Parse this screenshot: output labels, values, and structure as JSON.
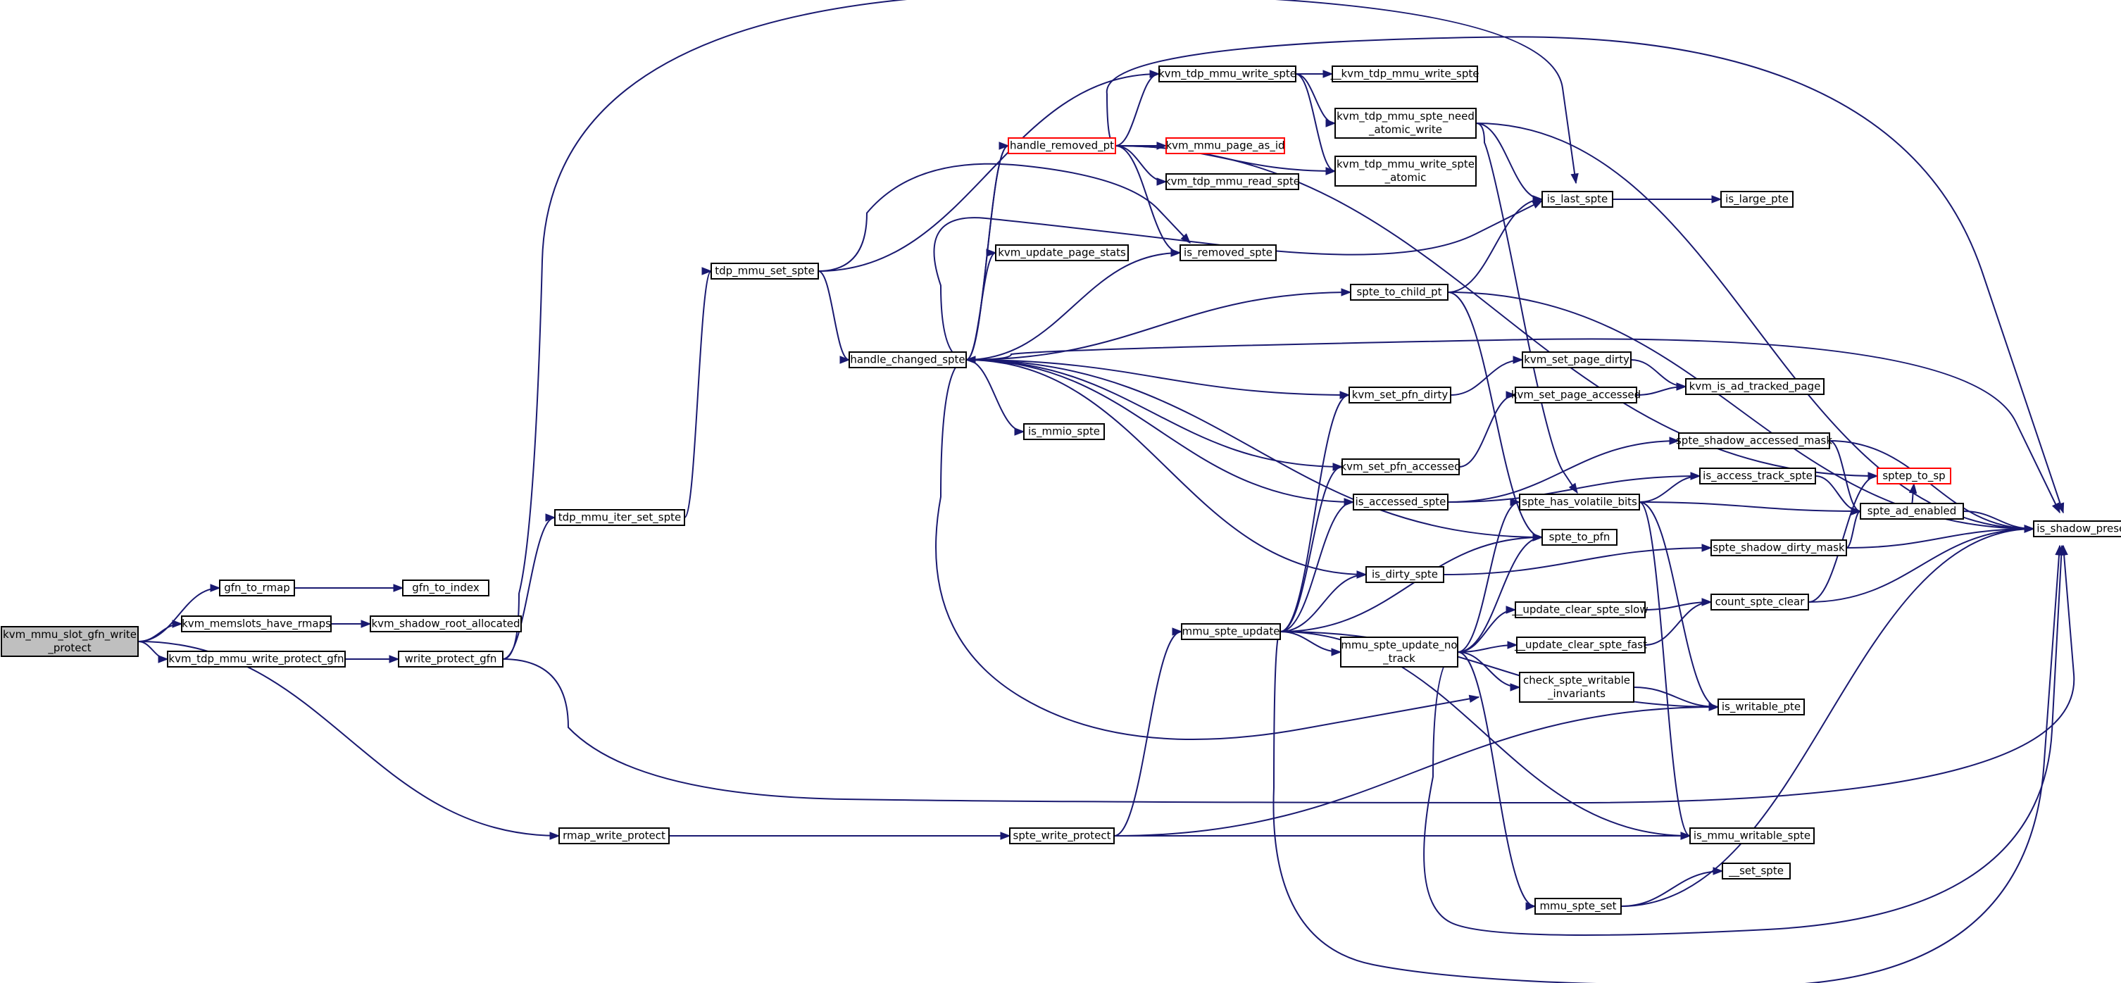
{
  "diagram": {
    "nodes": [
      {
        "id": "root",
        "lines": [
          "kvm_mmu_slot_gfn_write",
          "_protect"
        ],
        "style": "root"
      },
      {
        "id": "gfn_to_rmap",
        "lines": [
          "gfn_to_rmap"
        ]
      },
      {
        "id": "gfn_to_index",
        "lines": [
          "gfn_to_index"
        ]
      },
      {
        "id": "kvm_memslots_have_rmaps",
        "lines": [
          "kvm_memslots_have_rmaps"
        ]
      },
      {
        "id": "kvm_shadow_root_allocated",
        "lines": [
          "kvm_shadow_root_allocated"
        ]
      },
      {
        "id": "kvm_tdp_mmu_write_protect_gfn",
        "lines": [
          "kvm_tdp_mmu_write_protect_gfn"
        ]
      },
      {
        "id": "write_protect_gfn",
        "lines": [
          "write_protect_gfn"
        ]
      },
      {
        "id": "rmap_write_protect",
        "lines": [
          "rmap_write_protect"
        ]
      },
      {
        "id": "spte_write_protect",
        "lines": [
          "spte_write_protect"
        ]
      },
      {
        "id": "tdp_mmu_iter_set_spte",
        "lines": [
          "tdp_mmu_iter_set_spte"
        ]
      },
      {
        "id": "tdp_mmu_set_spte",
        "lines": [
          "tdp_mmu_set_spte"
        ]
      },
      {
        "id": "handle_changed_spte",
        "lines": [
          "handle_changed_spte"
        ]
      },
      {
        "id": "handle_removed_pt",
        "lines": [
          "handle_removed_pt"
        ],
        "style": "red"
      },
      {
        "id": "kvm_mmu_page_as_id",
        "lines": [
          "kvm_mmu_page_as_id"
        ],
        "style": "red"
      },
      {
        "id": "kvm_tdp_mmu_read_spte",
        "lines": [
          "kvm_tdp_mmu_read_spte"
        ]
      },
      {
        "id": "kvm_update_page_stats",
        "lines": [
          "kvm_update_page_stats"
        ]
      },
      {
        "id": "is_removed_spte",
        "lines": [
          "is_removed_spte"
        ]
      },
      {
        "id": "kvm_tdp_mmu_write_spte",
        "lines": [
          "kvm_tdp_mmu_write_spte"
        ]
      },
      {
        "id": "__kvm_tdp_mmu_write_spte",
        "lines": [
          "__kvm_tdp_mmu_write_spte"
        ]
      },
      {
        "id": "kvm_tdp_mmu_spte_need_atomic_write",
        "lines": [
          "kvm_tdp_mmu_spte_need",
          "_atomic_write"
        ]
      },
      {
        "id": "kvm_tdp_mmu_write_spte_atomic",
        "lines": [
          "kvm_tdp_mmu_write_spte",
          "_atomic"
        ]
      },
      {
        "id": "is_last_spte",
        "lines": [
          "is_last_spte"
        ]
      },
      {
        "id": "is_large_pte",
        "lines": [
          "is_large_pte"
        ]
      },
      {
        "id": "spte_to_child_pt",
        "lines": [
          "spte_to_child_pt"
        ]
      },
      {
        "id": "kvm_set_pfn_dirty",
        "lines": [
          "kvm_set_pfn_dirty"
        ]
      },
      {
        "id": "kvm_set_page_dirty",
        "lines": [
          "kvm_set_page_dirty"
        ]
      },
      {
        "id": "kvm_set_page_accessed",
        "lines": [
          "kvm_set_page_accessed"
        ]
      },
      {
        "id": "kvm_is_ad_tracked_page",
        "lines": [
          "kvm_is_ad_tracked_page"
        ]
      },
      {
        "id": "is_mmio_spte",
        "lines": [
          "is_mmio_spte"
        ]
      },
      {
        "id": "kvm_set_pfn_accessed",
        "lines": [
          "kvm_set_pfn_accessed"
        ]
      },
      {
        "id": "is_accessed_spte",
        "lines": [
          "is_accessed_spte"
        ]
      },
      {
        "id": "spte_shadow_accessed_mask",
        "lines": [
          "spte_shadow_accessed_mask"
        ]
      },
      {
        "id": "is_access_track_spte",
        "lines": [
          "is_access_track_spte"
        ]
      },
      {
        "id": "spte_has_volatile_bits",
        "lines": [
          "spte_has_volatile_bits"
        ]
      },
      {
        "id": "sptep_to_sp",
        "lines": [
          "sptep_to_sp"
        ],
        "style": "red"
      },
      {
        "id": "spte_ad_enabled",
        "lines": [
          "spte_ad_enabled"
        ]
      },
      {
        "id": "is_shadow_present_pte",
        "lines": [
          "is_shadow_present_pte"
        ]
      },
      {
        "id": "spte_to_pfn",
        "lines": [
          "spte_to_pfn"
        ]
      },
      {
        "id": "is_dirty_spte",
        "lines": [
          "is_dirty_spte"
        ]
      },
      {
        "id": "spte_shadow_dirty_mask",
        "lines": [
          "spte_shadow_dirty_mask"
        ]
      },
      {
        "id": "mmu_spte_update",
        "lines": [
          "mmu_spte_update"
        ]
      },
      {
        "id": "__update_clear_spte_slow",
        "lines": [
          "__update_clear_spte_slow"
        ]
      },
      {
        "id": "count_spte_clear",
        "lines": [
          "count_spte_clear"
        ]
      },
      {
        "id": "mmu_spte_update_no_track",
        "lines": [
          "mmu_spte_update_no",
          "_track"
        ]
      },
      {
        "id": "__update_clear_spte_fast",
        "lines": [
          "__update_clear_spte_fast"
        ]
      },
      {
        "id": "check_spte_writable_invariants",
        "lines": [
          "check_spte_writable",
          "_invariants"
        ]
      },
      {
        "id": "is_writable_pte",
        "lines": [
          "is_writable_pte"
        ]
      },
      {
        "id": "is_mmu_writable_spte",
        "lines": [
          "is_mmu_writable_spte"
        ]
      },
      {
        "id": "__set_spte",
        "lines": [
          "__set_spte"
        ]
      },
      {
        "id": "mmu_spte_set",
        "lines": [
          "mmu_spte_set"
        ]
      }
    ],
    "edges": [
      [
        "root",
        "gfn_to_rmap"
      ],
      [
        "root",
        "kvm_memslots_have_rmaps"
      ],
      [
        "root",
        "kvm_tdp_mmu_write_protect_gfn"
      ],
      [
        "root",
        "rmap_write_protect"
      ],
      [
        "gfn_to_rmap",
        "gfn_to_index"
      ],
      [
        "kvm_memslots_have_rmaps",
        "kvm_shadow_root_allocated"
      ],
      [
        "kvm_tdp_mmu_write_protect_gfn",
        "write_protect_gfn"
      ],
      [
        "write_protect_gfn",
        "is_last_spte"
      ],
      [
        "write_protect_gfn",
        "tdp_mmu_iter_set_spte"
      ],
      [
        "write_protect_gfn",
        "is_shadow_present_pte"
      ],
      [
        "tdp_mmu_iter_set_spte",
        "tdp_mmu_set_spte"
      ],
      [
        "tdp_mmu_set_spte",
        "kvm_tdp_mmu_write_spte"
      ],
      [
        "tdp_mmu_set_spte",
        "is_removed_spte"
      ],
      [
        "tdp_mmu_set_spte",
        "handle_changed_spte"
      ],
      [
        "handle_changed_spte",
        "handle_removed_pt"
      ],
      [
        "handle_changed_spte",
        "kvm_update_page_stats"
      ],
      [
        "handle_changed_spte",
        "is_removed_spte"
      ],
      [
        "handle_changed_spte",
        "is_last_spte"
      ],
      [
        "handle_changed_spte",
        "spte_to_child_pt"
      ],
      [
        "handle_changed_spte",
        "kvm_set_pfn_dirty"
      ],
      [
        "handle_changed_spte",
        "is_mmio_spte"
      ],
      [
        "handle_changed_spte",
        "kvm_set_pfn_accessed"
      ],
      [
        "handle_changed_spte",
        "is_accessed_spte"
      ],
      [
        "handle_changed_spte",
        "spte_to_pfn"
      ],
      [
        "handle_changed_spte",
        "is_dirty_spte"
      ],
      [
        "handle_changed_spte",
        "check_spte_writable_invariants"
      ],
      [
        "handle_changed_spte",
        "is_shadow_present_pte"
      ],
      [
        "handle_removed_pt",
        "kvm_mmu_page_as_id"
      ],
      [
        "handle_removed_pt",
        "kvm_tdp_mmu_read_spte"
      ],
      [
        "handle_removed_pt",
        "is_removed_spte"
      ],
      [
        "handle_removed_pt",
        "kvm_tdp_mmu_write_spte"
      ],
      [
        "handle_removed_pt",
        "kvm_tdp_mmu_write_spte_atomic"
      ],
      [
        "handle_removed_pt",
        "sptep_to_sp"
      ],
      [
        "handle_removed_pt",
        "handle_changed_spte"
      ],
      [
        "handle_removed_pt",
        "is_shadow_present_pte"
      ],
      [
        "kvm_tdp_mmu_write_spte",
        "__kvm_tdp_mmu_write_spte"
      ],
      [
        "kvm_tdp_mmu_write_spte",
        "kvm_tdp_mmu_spte_need_atomic_write"
      ],
      [
        "kvm_tdp_mmu_write_spte",
        "kvm_tdp_mmu_write_spte_atomic"
      ],
      [
        "kvm_tdp_mmu_spte_need_atomic_write",
        "is_last_spte"
      ],
      [
        "kvm_tdp_mmu_spte_need_atomic_write",
        "spte_has_volatile_bits"
      ],
      [
        "kvm_tdp_mmu_spte_need_atomic_write",
        "is_shadow_present_pte"
      ],
      [
        "is_last_spte",
        "is_large_pte"
      ],
      [
        "spte_to_child_pt",
        "is_last_spte"
      ],
      [
        "spte_to_child_pt",
        "spte_to_pfn"
      ],
      [
        "spte_to_child_pt",
        "is_shadow_present_pte"
      ],
      [
        "kvm_set_pfn_dirty",
        "kvm_set_page_dirty"
      ],
      [
        "kvm_set_page_dirty",
        "kvm_is_ad_tracked_page"
      ],
      [
        "kvm_set_pfn_accessed",
        "kvm_set_page_accessed"
      ],
      [
        "kvm_set_page_accessed",
        "kvm_is_ad_tracked_page"
      ],
      [
        "is_accessed_spte",
        "spte_shadow_accessed_mask"
      ],
      [
        "is_accessed_spte",
        "is_access_track_spte"
      ],
      [
        "spte_shadow_accessed_mask",
        "spte_ad_enabled"
      ],
      [
        "spte_shadow_accessed_mask",
        "is_shadow_present_pte"
      ],
      [
        "is_access_track_spte",
        "spte_ad_enabled"
      ],
      [
        "spte_has_volatile_bits",
        "is_access_track_spte"
      ],
      [
        "spte_has_volatile_bits",
        "spte_ad_enabled"
      ],
      [
        "spte_has_volatile_bits",
        "is_writable_pte"
      ],
      [
        "spte_has_volatile_bits",
        "is_mmu_writable_spte"
      ],
      [
        "spte_ad_enabled",
        "sptep_to_sp"
      ],
      [
        "spte_ad_enabled",
        "is_shadow_present_pte"
      ],
      [
        "is_dirty_spte",
        "spte_shadow_dirty_mask"
      ],
      [
        "spte_shadow_dirty_mask",
        "spte_ad_enabled"
      ],
      [
        "spte_shadow_dirty_mask",
        "is_shadow_present_pte"
      ],
      [
        "mmu_spte_update",
        "kvm_set_pfn_dirty"
      ],
      [
        "mmu_spte_update",
        "kvm_set_pfn_accessed"
      ],
      [
        "mmu_spte_update",
        "is_accessed_spte"
      ],
      [
        "mmu_spte_update",
        "spte_to_pfn"
      ],
      [
        "mmu_spte_update",
        "is_dirty_spte"
      ],
      [
        "mmu_spte_update",
        "mmu_spte_update_no_track"
      ],
      [
        "mmu_spte_update",
        "is_writable_pte"
      ],
      [
        "mmu_spte_update",
        "is_mmu_writable_spte"
      ],
      [
        "mmu_spte_update",
        "is_shadow_present_pte"
      ],
      [
        "mmu_spte_update_no_track",
        "spte_has_volatile_bits"
      ],
      [
        "mmu_spte_update_no_track",
        "spte_to_pfn"
      ],
      [
        "mmu_spte_update_no_track",
        "__update_clear_spte_slow"
      ],
      [
        "mmu_spte_update_no_track",
        "__update_clear_spte_fast"
      ],
      [
        "mmu_spte_update_no_track",
        "check_spte_writable_invariants"
      ],
      [
        "mmu_spte_update_no_track",
        "mmu_spte_set"
      ],
      [
        "mmu_spte_update_no_track",
        "is_shadow_present_pte"
      ],
      [
        "__update_clear_spte_slow",
        "count_spte_clear"
      ],
      [
        "__update_clear_spte_fast",
        "count_spte_clear"
      ],
      [
        "count_spte_clear",
        "sptep_to_sp"
      ],
      [
        "count_spte_clear",
        "is_shadow_present_pte"
      ],
      [
        "check_spte_writable_invariants",
        "is_writable_pte"
      ],
      [
        "mmu_spte_set",
        "__set_spte"
      ],
      [
        "mmu_spte_set",
        "is_shadow_present_pte"
      ],
      [
        "rmap_write_protect",
        "spte_write_protect"
      ],
      [
        "spte_write_protect",
        "mmu_spte_update"
      ],
      [
        "spte_write_protect",
        "is_writable_pte"
      ],
      [
        "spte_write_protect",
        "is_mmu_writable_spte"
      ]
    ],
    "colors": {
      "edge": "#191970",
      "node_border": "#000000",
      "root_fill": "#bfbfbf",
      "highlight_border": "#ff0000"
    }
  }
}
